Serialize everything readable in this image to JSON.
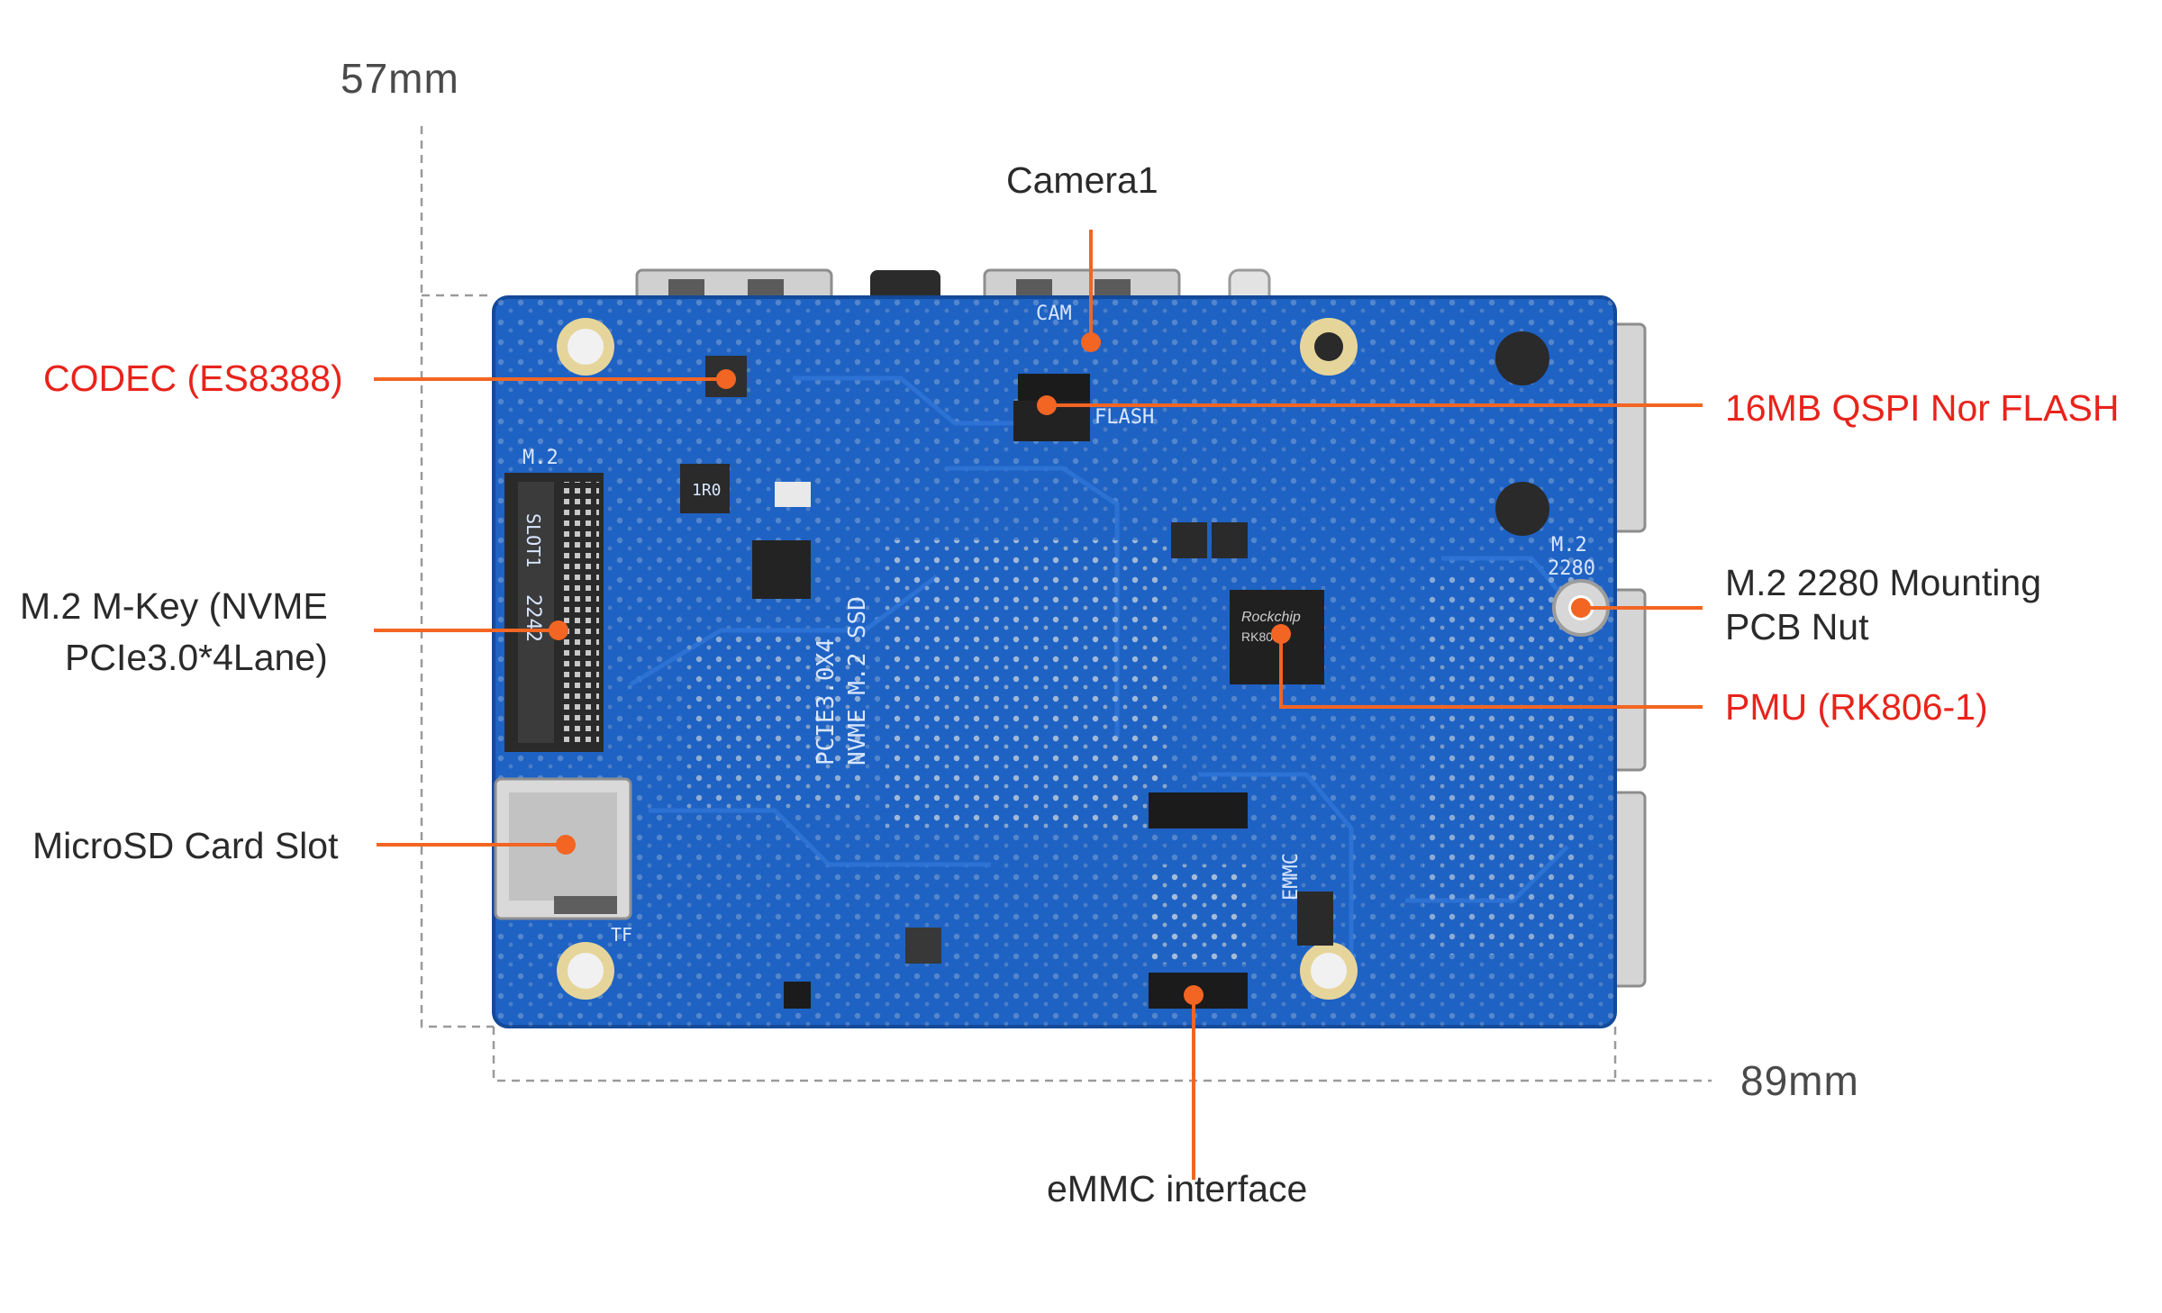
{
  "dimensions": {
    "height": "57mm",
    "width": "89mm"
  },
  "board_silkscreen": {
    "m2": "M.2",
    "slot": "SLOT1",
    "size": "2242",
    "pcie_line1": "PCIE3.0X4",
    "pcie_line2": "NVME M.2 SSD",
    "cam": "CAM",
    "flash": "FLASH",
    "emmc": "EMMC",
    "tf": "TF",
    "m2_2280_line1": "M.2",
    "m2_2280_line2": "2280",
    "inductor": "1R0",
    "pmu_brand": "Rockchip",
    "pmu_part": "RK806"
  },
  "callouts": [
    {
      "id": "camera1",
      "text": "Camera1",
      "highlight": false
    },
    {
      "id": "codec",
      "text": "CODEC (ES8388)",
      "highlight": true
    },
    {
      "id": "qspi",
      "text": "16MB QSPI Nor FLASH",
      "highlight": true
    },
    {
      "id": "m2_mkey_line1",
      "text": "M.2 M-Key (NVME",
      "highlight": false
    },
    {
      "id": "m2_mkey_line2",
      "text": "PCIe3.0*4Lane)",
      "highlight": false
    },
    {
      "id": "mount_line1",
      "text": "M.2 2280 Mounting",
      "highlight": false
    },
    {
      "id": "mount_line2",
      "text": "PCB Nut",
      "highlight": false
    },
    {
      "id": "pmu",
      "text": "PMU (RK806-1)",
      "highlight": true
    },
    {
      "id": "microsd",
      "text": "MicroSD Card Slot",
      "highlight": false
    },
    {
      "id": "emmc",
      "text": "eMMC interface",
      "highlight": false
    }
  ],
  "colors": {
    "board": "#1e62c4",
    "board_dark": "#15479a",
    "leader": "#f26522",
    "highlight_text": "#e8231b",
    "normal_text": "#2a2a2a",
    "dimension_line": "#9a9a9a"
  }
}
